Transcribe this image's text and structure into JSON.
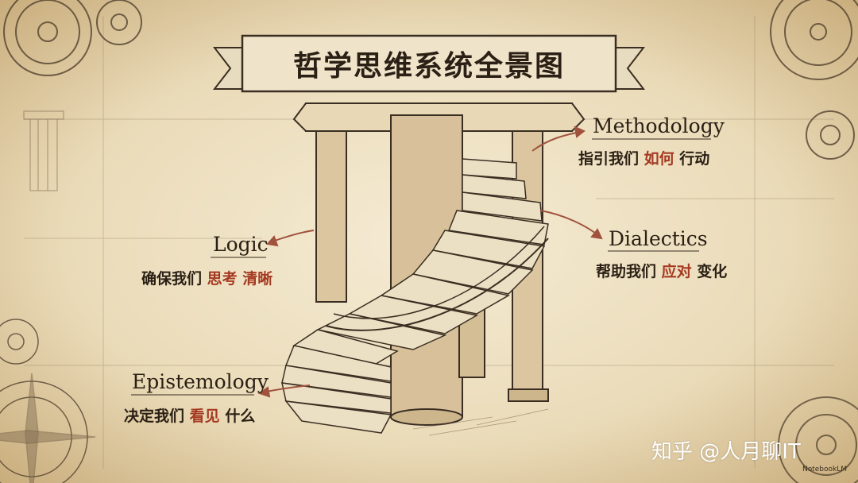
{
  "title": "哲学思维系统全景图",
  "labels": {
    "methodology": {
      "en": "Methodology",
      "cn_pre": "指引我们",
      "cn_hl": "如何",
      "cn_post": "行动"
    },
    "dialectics": {
      "en": "Dialectics",
      "cn_pre": "帮助我们",
      "cn_hl": "应对",
      "cn_post": "变化"
    },
    "logic": {
      "en": "Logic",
      "cn_pre": "确保我们",
      "cn_hl": "思考",
      "cn_hl2": "清晰"
    },
    "epistemology": {
      "en": "Epistemology",
      "cn_pre": "决定我们",
      "cn_hl": "看见",
      "cn_post": "什么"
    }
  },
  "watermark": "知乎 @人月聊IT",
  "badge": "NotebookLM",
  "colors": {
    "ink": "#2b2015",
    "accent": "#a53a22",
    "paper": "#efe3c8",
    "arrow": "#a0523d"
  }
}
